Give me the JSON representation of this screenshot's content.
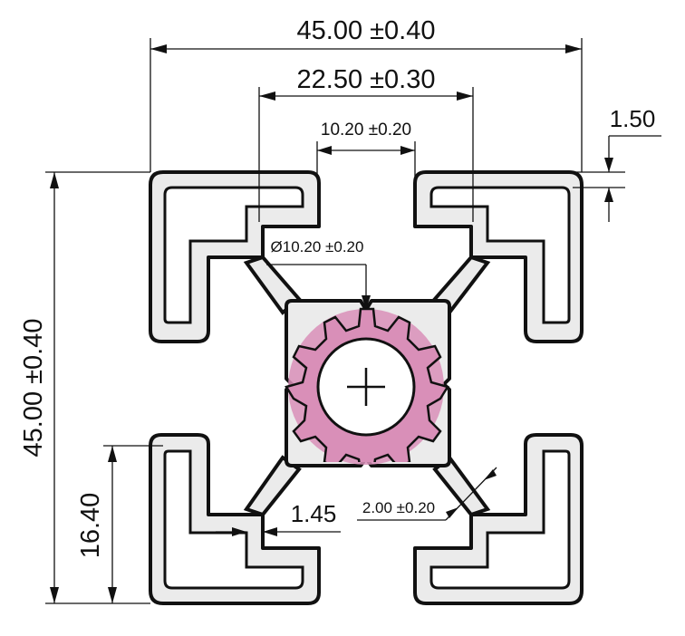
{
  "dimensions": {
    "overall_width": "45.00 ±0.40",
    "overall_height": "45.00 ±0.40",
    "slot_pitch": "22.50 ±0.30",
    "slot_opening": "10.20 ±0.20",
    "corner_wall": "1.50",
    "center_bore": "Ø10.20 ±0.20",
    "slot_depth": "16.40",
    "lip_thickness": "1.45",
    "web_thickness": "2.00 ±0.20"
  },
  "colors": {
    "profile_fill": "#ebebeb",
    "profile_stroke": "#111111",
    "bore_highlight": "#d98fb8"
  }
}
